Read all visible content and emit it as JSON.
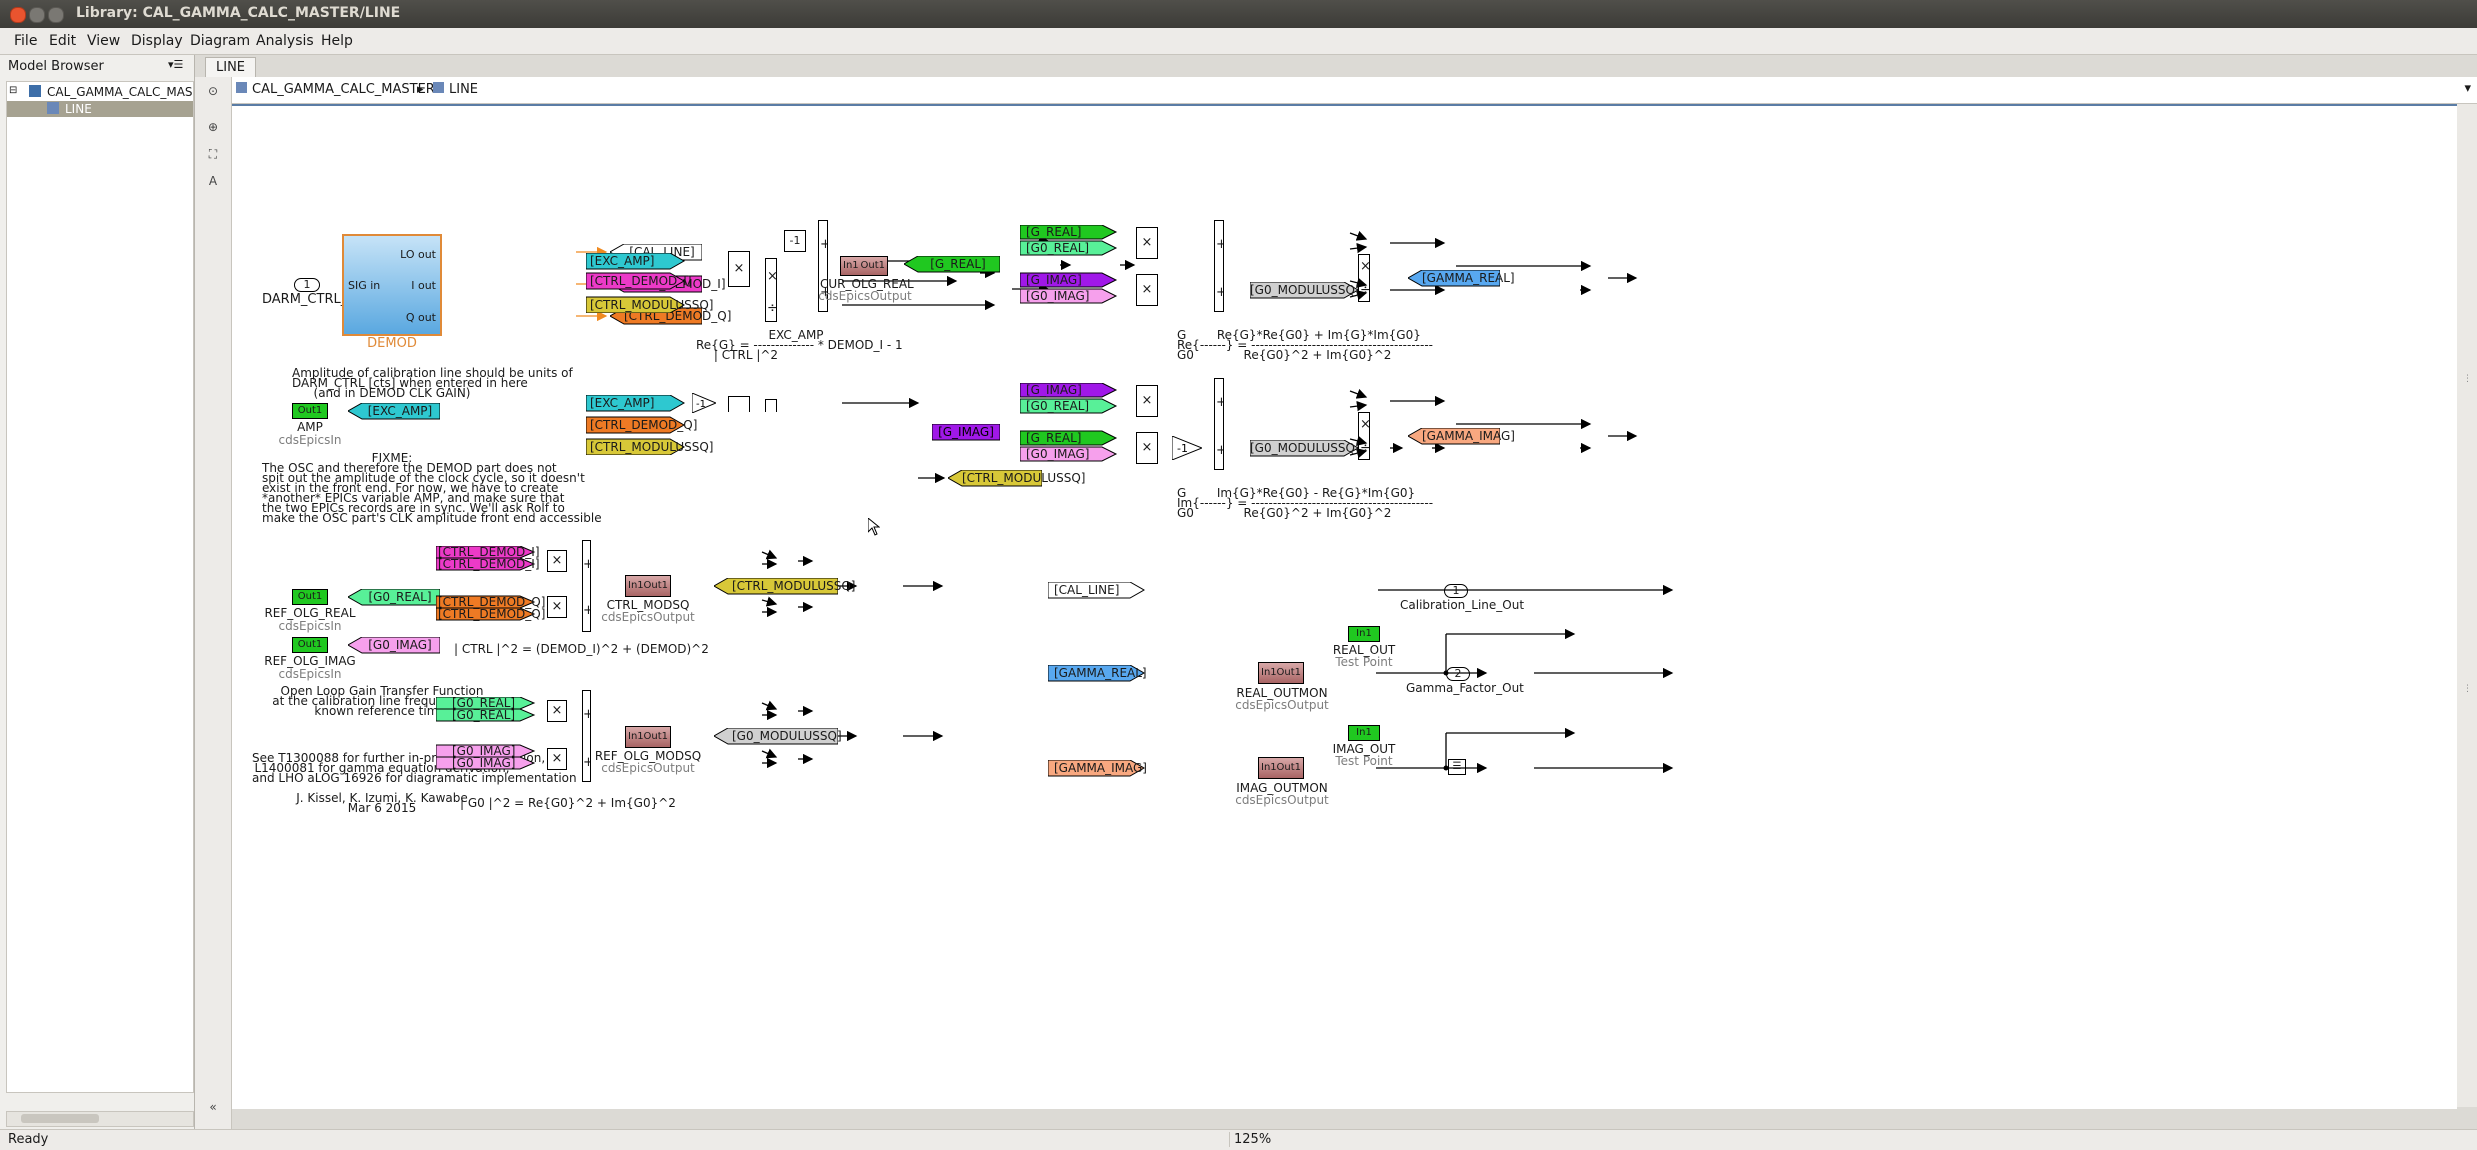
{
  "window": {
    "title": "Library: CAL_GAMMA_CALC_MASTER/LINE"
  },
  "menu": [
    "File",
    "Edit",
    "View",
    "Display",
    "Diagram",
    "Analysis",
    "Help"
  ],
  "model_browser": {
    "title": "Model Browser",
    "tree": [
      {
        "label": "CAL_GAMMA_CALC_MAS"
      },
      {
        "label": "LINE"
      }
    ]
  },
  "tabs": [
    "LINE"
  ],
  "breadcrumb": [
    "CAL_GAMMA_CALC_MASTER",
    "LINE"
  ],
  "status": {
    "text": "Ready",
    "zoom": "125%"
  },
  "colors": {
    "cyan": "#2ec8d0",
    "magenta": "#ec3ac8",
    "yellow": "#d8c838",
    "orange": "#ee7a24",
    "green": "#20c820",
    "light_green": "#58f098",
    "pink": "#f6a0ec",
    "purple": "#a018e8",
    "blue": "#58a8f0",
    "salmon": "#f8a880",
    "gray": "#d0d0d0",
    "white": "#ffffff",
    "brown": "#a86464",
    "demod": "#7cbbea"
  },
  "diagram": {
    "inport_num": "1",
    "inport_label": "DARM_CTRL_In",
    "demod": {
      "name": "DEMOD",
      "sig_in": "SIG in",
      "lo_out": "LO out",
      "i_out": "I out",
      "q_out": "Q out"
    },
    "goto_cal_line": "[CAL_LINE]",
    "goto_ctrl_demod_i": "[CTRL_DEMOD_I]",
    "goto_ctrl_demod_q": "[CTRL_DEMOD_Q]",
    "note_amp": [
      "Amplitude of calibration line should be units of",
      "DARM_CTRL [cts] when entered in here",
      "(and in DEMOD CLK GAIN)"
    ],
    "amp_block": {
      "port": "Out1",
      "name": "AMP",
      "sub": "cdsEpicsIn",
      "goto": "[EXC_AMP]"
    },
    "note_fixme": [
      "FIXME:",
      "The OSC and therefore the DEMOD part does not",
      "spit out the amplitude of the clock cycle, so it doesn't",
      "exist in the front end. For now, we have to create",
      "*another* EPICs variable AMP, and make sure that",
      "the two EPICs records are in sync. We'll ask Rolf to",
      "make the OSC part's CLK amplitude front end accessible"
    ],
    "ref_real": {
      "port": "Out1",
      "name": "REF_OLG_REAL",
      "sub": "cdsEpicsIn",
      "goto": "[G0_REAL]"
    },
    "ref_imag": {
      "port": "Out1",
      "name": "REF_OLG_IMAG",
      "sub": "cdsEpicsIn",
      "goto": "[G0_IMAG]"
    },
    "note_olg": [
      "Open Loop Gain Transfer Function",
      "at the calibration line frequency at a",
      "known reference time."
    ],
    "note_ref": [
      "See T1300088 for further in-principle discussion,",
      "L1400081 for gamma equation derivation,",
      "and LHO aLOG 16926 for diagramatic implementation"
    ],
    "authors": "J. Kissel, K. Izumi, K. Kawabe",
    "date": "Mar 6 2015",
    "from_exc_amp": "[EXC_AMP]",
    "from_ctrl_demod_i": "[CTRL_DEMOD_I]",
    "from_ctrl_demod_q": "[CTRL_DEMOD_Q]",
    "from_ctrl_modulussq": "[CTRL_MODULUSSQ]",
    "goto_ctrl_modulussq": "[CTRL_MODULUSSQ]",
    "const_minus1": "-1",
    "gain_minus1": "-1",
    "mult": "×",
    "div": "÷",
    "plus": "+",
    "cur_olg_real": {
      "in": "In1",
      "out": "Out1",
      "name": "CUR_OLG_REAL",
      "sub": "cdsEpicsOutput",
      "goto": "[G_REAL]"
    },
    "goto_g_imag": "[G_IMAG]",
    "eq_re_g": [
      "EXC_AMP",
      "Re{G} = -------------- * DEMOD_I   -  1",
      "| CTRL |^2"
    ],
    "ctrl_modsq": {
      "in": "In1",
      "out": "Out1",
      "name": "CTRL_MODSQ",
      "sub": "cdsEpicsOutput",
      "goto": "[CTRL_MODULUSSQ]"
    },
    "eq_ctrl": "| CTRL |^2 = (DEMOD_I)^2 + (DEMOD)^2",
    "from_g0_real": "[G0_REAL]",
    "from_g0_imag": "[G0_IMAG]",
    "ref_olg_modsq": {
      "in": "In1",
      "out": "Out1",
      "name": "REF_OLG_MODSQ",
      "sub": "cdsEpicsOutput",
      "goto": "[G0_MODULUSSQ]"
    },
    "eq_g0": "| G0 |^2 = Re{G0}^2 + Im{G0}^2",
    "from_g_real": "[G_REAL]",
    "from_g_imag": "[G_IMAG]",
    "from_g0_modulussq": "[G0_MODULUSSQ]",
    "goto_gamma_real": "[GAMMA_REAL]",
    "goto_gamma_imag": "[GAMMA_IMAG]",
    "eq_gamma_real": [
      "G        Re{G}*Re{G0} + Im{G}*Im{G0}",
      "Re{------} = ------------------------------------------",
      "G0             Re{G0}^2 + Im{G0}^2"
    ],
    "eq_gamma_imag": [
      "G        Im{G}*Re{G0} - Re{G}*Im{G0}",
      "Im{------} = ------------------------------------------",
      "G0             Re{G0}^2 + Im{G0}^2"
    ],
    "from_cal_line": "[CAL_LINE]",
    "outport_cal": {
      "num": "1",
      "label": "Calibration_Line_Out"
    },
    "from_gamma_real": "[GAMMA_REAL]",
    "from_gamma_imag": "[GAMMA_IMAG]",
    "real_out": {
      "port": "In1",
      "name": "REAL_OUT",
      "sub": "Test Point"
    },
    "imag_out": {
      "port": "In1",
      "name": "IMAG_OUT",
      "sub": "Test Point"
    },
    "real_outmon": {
      "in": "In1",
      "out": "Out1",
      "name": "REAL_OUTMON",
      "sub": "cdsEpicsOutput"
    },
    "imag_outmon": {
      "in": "In1",
      "out": "Out1",
      "name": "IMAG_OUTMON",
      "sub": "cdsEpicsOutput"
    },
    "outport_gamma": {
      "num": "2",
      "label": "Gamma_Factor_Out"
    }
  }
}
